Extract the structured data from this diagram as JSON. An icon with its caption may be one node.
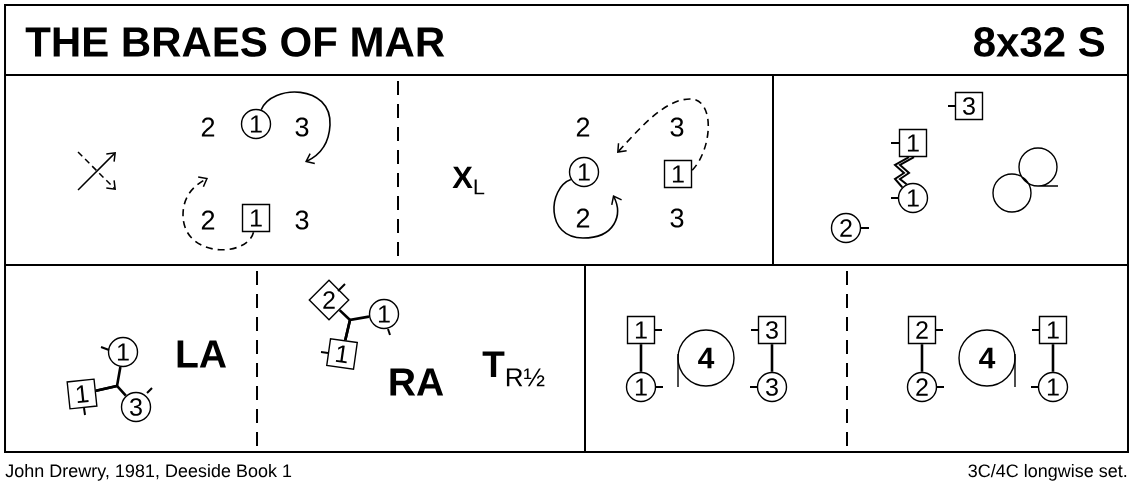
{
  "diagram": {
    "title": "THE BRAES OF MAR",
    "nodes": [
      {
        "text": [
          "1"
        ]
      },
      {
        "text": [
          "1"
        ]
      },
      {
        "text": [
          "1"
        ]
      },
      {
        "text": [
          "1"
        ]
      },
      {
        "text": [
          "3"
        ]
      },
      {
        "text": [
          "1"
        ]
      },
      {
        "text": [
          "1"
        ]
      },
      {
        "text": [
          "2"
        ]
      },
      {
        "text": [
          "1"
        ]
      },
      {
        "text": [
          "1"
        ]
      },
      {
        "text": [
          "3"
        ]
      },
      {
        "text": [
          "2"
        ]
      },
      {
        "text": [
          "1"
        ]
      },
      {
        "text": [
          "1"
        ]
      },
      {
        "text": [
          "1"
        ]
      },
      {
        "text": [
          "1"
        ]
      },
      {
        "text": [
          "4"
        ]
      },
      {
        "text": [
          "3"
        ]
      },
      {
        "text": [
          "3"
        ]
      },
      {
        "text": [
          "2"
        ]
      },
      {
        "text": [
          "2"
        ]
      },
      {
        "text": [
          "4"
        ]
      },
      {
        "text": [
          "1"
        ]
      },
      {
        "text": [
          "1"
        ]
      }
    ],
    "edges": [
      {
        "from": 0,
        "to": null,
        "arrow": "to"
      },
      {
        "from": 1,
        "to": null,
        "arrow": "to",
        "style": "dashed"
      },
      {
        "from": 3,
        "to": null,
        "arrow": "to",
        "style": "dashed"
      },
      {
        "from": 2,
        "to": null,
        "arrow": "to"
      },
      {
        "from": 5,
        "to": 6,
        "arrow": "none"
      },
      {
        "from": 9,
        "to": 8,
        "arrow": "none"
      },
      {
        "from": 9,
        "to": 10,
        "arrow": "none"
      },
      {
        "from": 13,
        "to": 12,
        "arrow": "none"
      },
      {
        "from": 13,
        "to": 11,
        "arrow": "none"
      },
      {
        "from": 14,
        "to": 15,
        "arrow": "none"
      },
      {
        "from": 17,
        "to": 18,
        "arrow": "none"
      },
      {
        "from": 19,
        "to": 20,
        "arrow": "none"
      },
      {
        "from": 22,
        "to": 23,
        "arrow": "none"
      }
    ],
    "labels": [
      "8x32 S",
      "2",
      "3",
      "2",
      "3",
      "**X**$_{L}$",
      "2",
      "3",
      "2",
      "3",
      "LA",
      "RA",
      "**T**$_{R½}$",
      "John Drewry, 1981, Deeside Book 1",
      "3C/4C longwise set."
    ]
  }
}
